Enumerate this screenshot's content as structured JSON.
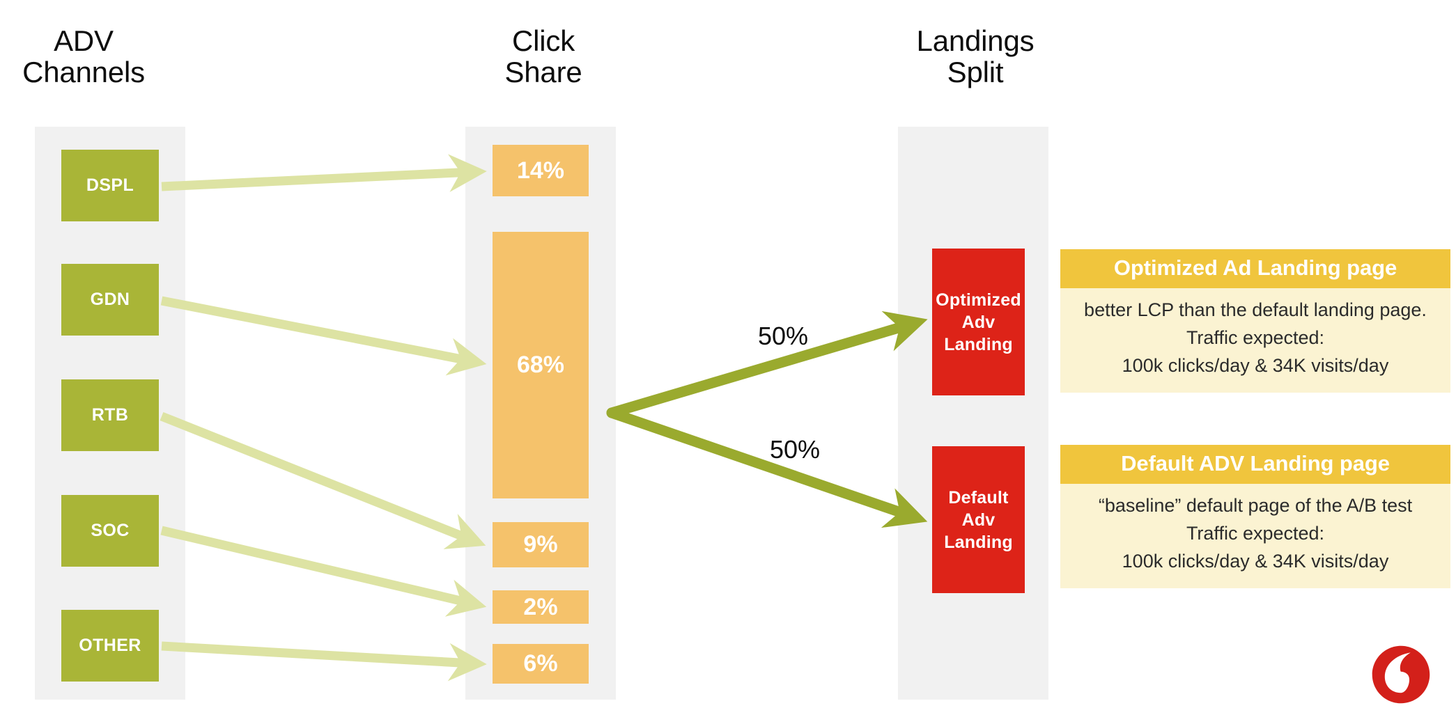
{
  "columns": {
    "adv_channels": {
      "heading": "ADV\nChannels"
    },
    "click_share": {
      "heading": "Click\nShare"
    },
    "landings_split": {
      "heading": "Landings\nSplit"
    }
  },
  "adv_channels": [
    {
      "label": "DSPL"
    },
    {
      "label": "GDN"
    },
    {
      "label": "RTB"
    },
    {
      "label": "SOC"
    },
    {
      "label": "OTHER"
    }
  ],
  "click_share": [
    {
      "label": "14%",
      "value": 14
    },
    {
      "label": "68%",
      "value": 68
    },
    {
      "label": "9%",
      "value": 9
    },
    {
      "label": "2%",
      "value": 2
    },
    {
      "label": "6%",
      "value": 6
    }
  ],
  "split_labels": [
    {
      "label": "50%"
    },
    {
      "label": "50%"
    }
  ],
  "landings": [
    {
      "line1": "Optimized",
      "line2": "Adv",
      "line3": "Landing"
    },
    {
      "line1": "Default",
      "line2": "Adv",
      "line3": "Landing"
    }
  ],
  "info_cards": [
    {
      "title": "Optimized Ad Landing page",
      "lines": [
        "better LCP than the default landing page.",
        "Traffic expected:",
        "100k clicks/day  & 34K visits/day"
      ]
    },
    {
      "title": "Default ADV Landing page",
      "lines": [
        "“baseline” default page of the A/B test",
        "Traffic expected:",
        "100k clicks/day  & 34K visits/day"
      ]
    }
  ],
  "logo": {
    "name": "vodafone-logo"
  },
  "colors": {
    "channel_green": "#a9b537",
    "share_orange": "#f5c26b",
    "landing_red": "#dd2318",
    "track_grey": "#f1f1f1",
    "arrow_light": "#dde3a3",
    "arrow_strong": "#a9b537",
    "card_header": "#f0c53d",
    "card_body": "#fbf3d2",
    "logo_red": "#d3201a"
  }
}
